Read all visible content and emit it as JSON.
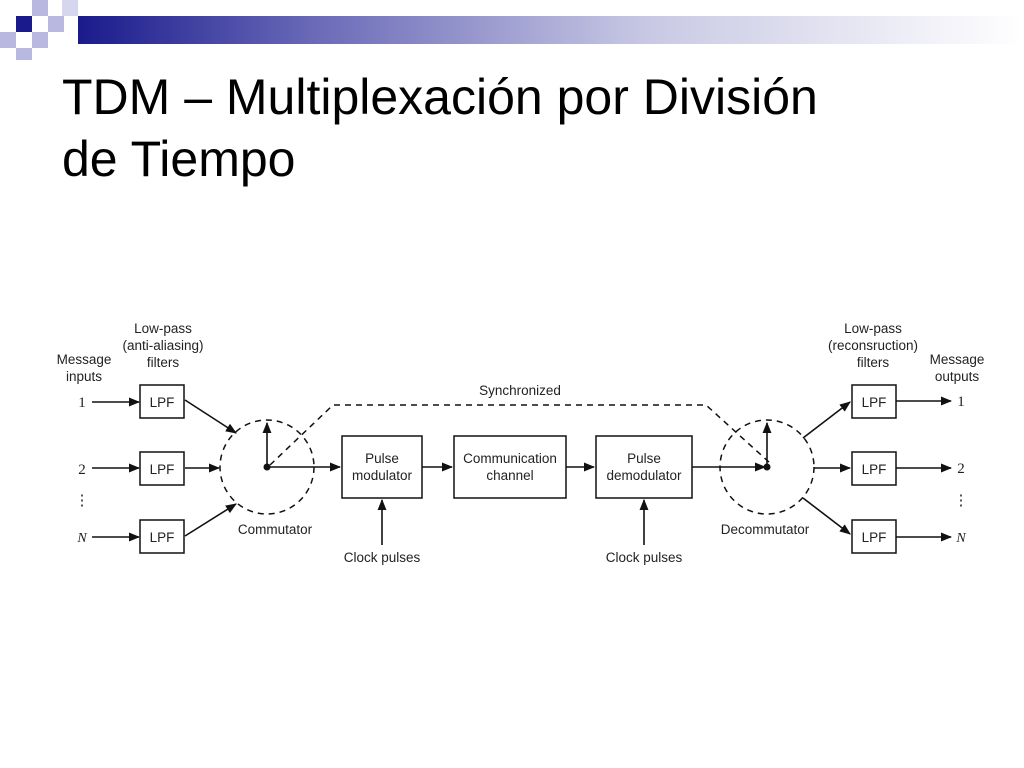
{
  "slide": {
    "title_line1": "TDM – Multiplexación por División",
    "title_line2": "de Tiempo"
  },
  "colors": {
    "banner_dark": "#1a1a8c",
    "banner_light": "#b8b8e0",
    "banner_fade": "#e6e6f2"
  },
  "diagram": {
    "input_label": [
      "Message",
      "inputs"
    ],
    "output_label": [
      "Message",
      "outputs"
    ],
    "lpf_in_label": [
      "Low-pass",
      "(anti-aliasing)",
      "filters"
    ],
    "lpf_out_label": [
      "Low-pass",
      "(reconsruction)",
      "filters"
    ],
    "lpf": "LPF",
    "channel_ids": [
      "1",
      "2",
      "N"
    ],
    "dots": "⋮",
    "commutator": "Commutator",
    "decommutator": "Decommutator",
    "synchronized": "Synchronized",
    "pulse_modulator": [
      "Pulse",
      "modulator"
    ],
    "communication_channel": [
      "Communication",
      "channel"
    ],
    "pulse_demodulator": [
      "Pulse",
      "demodulator"
    ],
    "clock_pulses": "Clock pulses"
  }
}
